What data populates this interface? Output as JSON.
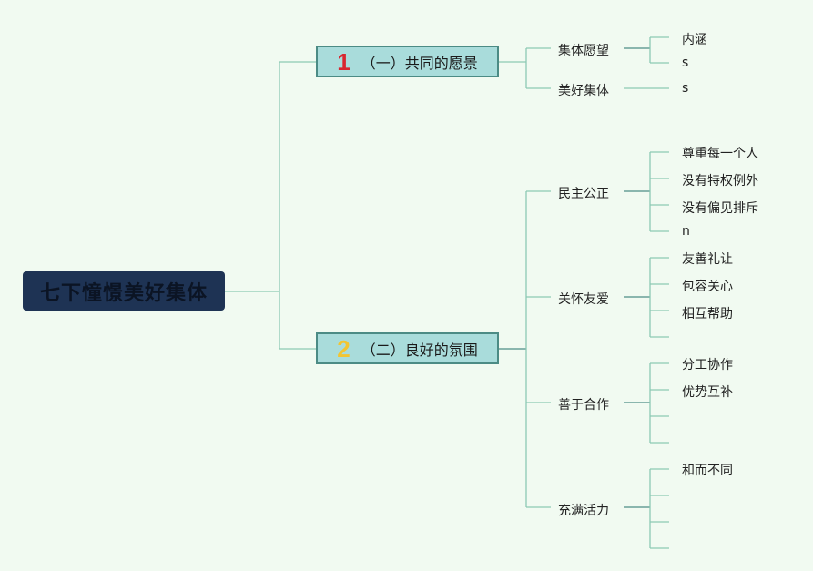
{
  "root": {
    "title": "七下憧憬美好集体"
  },
  "sections": [
    {
      "number": "1",
      "number_color": "#d8262f",
      "title": "（一）共同的愿景",
      "topics": [
        {
          "label": "集体愿望",
          "leaves": [
            "内涵",
            "s"
          ]
        },
        {
          "label": "美好集体",
          "leaves": [
            "s"
          ]
        }
      ]
    },
    {
      "number": "2",
      "number_color": "#f2c531",
      "title": "（二）良好的氛围",
      "topics": [
        {
          "label": "民主公正",
          "leaves": [
            "尊重每一个人",
            "没有特权例外",
            "没有偏见排斥",
            "n"
          ]
        },
        {
          "label": "关怀友爱",
          "leaves": [
            "友善礼让",
            "包容关心",
            "相互帮助",
            ""
          ]
        },
        {
          "label": "善于合作",
          "leaves": [
            "分工协作",
            "优势互补",
            "",
            ""
          ]
        },
        {
          "label": "充满活力",
          "leaves": [
            "和而不同",
            "",
            "",
            ""
          ]
        }
      ]
    }
  ],
  "colors": {
    "background": "#f1faf1",
    "root_fill": "#1e3354",
    "section_fill": "#a9dcdb",
    "section_border": "#4c8b85",
    "connector": "#8cc9b4",
    "connector_strong": "#4e8e86"
  }
}
